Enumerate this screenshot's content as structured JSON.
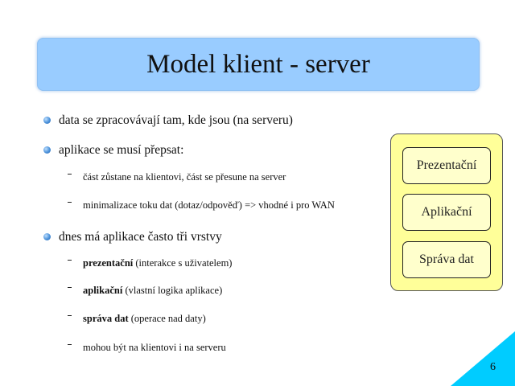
{
  "slide": {
    "title": "Model klient - server",
    "page_number": "6"
  },
  "bullets": [
    {
      "text": "data se zpracovávají tam, kde jsou (na serveru)"
    },
    {
      "text": "aplikace se musí přepsat:"
    },
    {
      "text": "dnes má aplikace často tři vrstvy"
    }
  ],
  "sub_bullets_rewrite": [
    {
      "text": "část zůstane na klientovi,  část se přesune na server"
    },
    {
      "text": "minimalizace toku dat (dotaz/odpověď) => vhodné i pro WAN"
    }
  ],
  "sub_bullets_layers": [
    {
      "bold": "prezentační",
      "rest": " (interakce s uživatelem)"
    },
    {
      "bold": "aplikační",
      "rest": " (vlastní logika aplikace)"
    },
    {
      "bold": "správa dat",
      "rest": " (operace nad daty)"
    },
    {
      "text": "mohou být na klientovi i na serveru"
    }
  ],
  "layers_diagram": {
    "boxes": [
      "Prezentační",
      "Aplikační",
      "Správa dat"
    ]
  },
  "colors": {
    "title_bg": "#99ccff",
    "panel_bg": "#ffff99",
    "box_bg": "#ffffcc",
    "corner": "#00ccff",
    "bullet": "#4a90d9"
  }
}
